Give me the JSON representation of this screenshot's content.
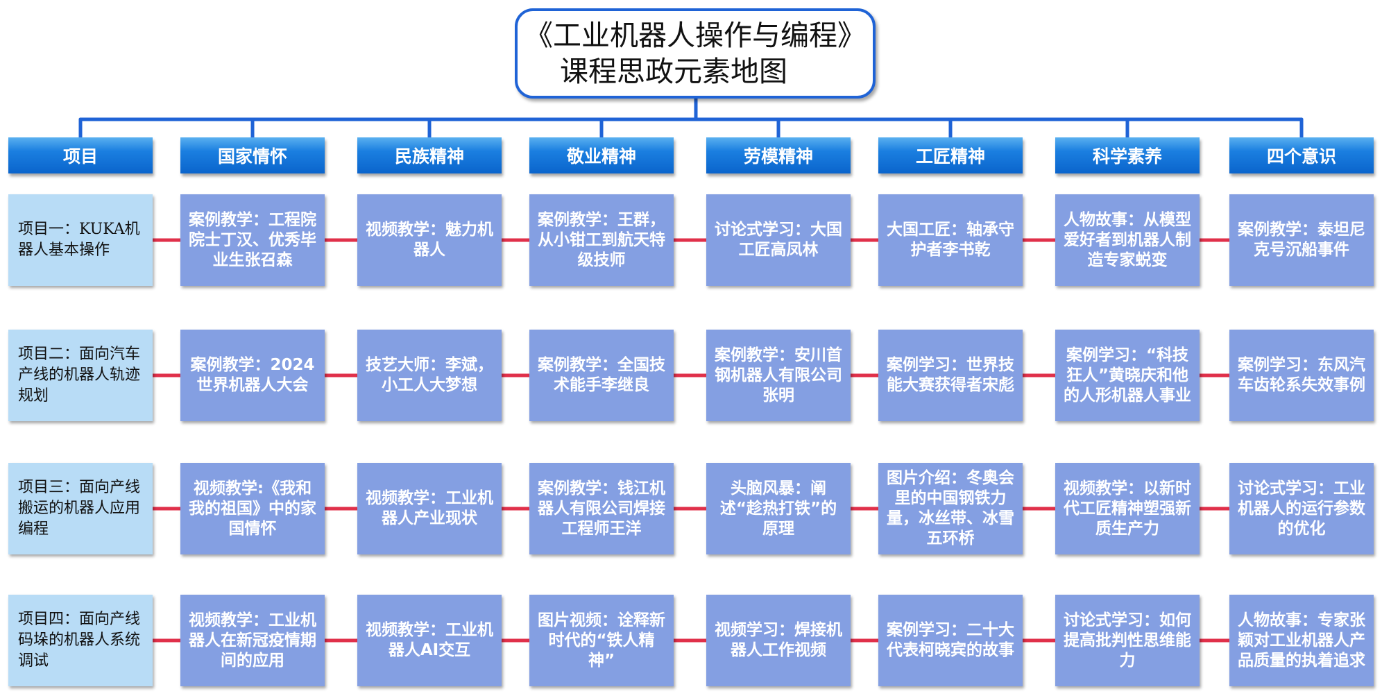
{
  "title": {
    "line1": "《工业机器人操作与编程》",
    "line2": "课程思政元素地图"
  },
  "colors": {
    "tree_line": "#1f63d6",
    "row_connector": "#e0304a",
    "header_fill": "#1b7fe0",
    "project_fill": "#b8dcf6",
    "content_fill": "#849fe2"
  },
  "headers": [
    "项目",
    "国家情怀",
    "民族精神",
    "敬业精神",
    "劳模精神",
    "工匠精神",
    "科学素养",
    "四个意识"
  ],
  "rows": [
    {
      "project": "项目一：KUKA机器人基本操作",
      "cells": [
        "案例教学：工程院院士丁汉、优秀毕业生张召森",
        "视频教学：魅力机器人",
        "案例教学：王群，从小钳工到航天特级技师",
        "讨论式学习：大国工匠高凤林",
        "大国工匠：轴承守护者李书乾",
        "人物故事：从模型爱好者到机器人制造专家蜕变",
        "案例教学：泰坦尼克号沉船事件"
      ]
    },
    {
      "project": "项目二：面向汽车产线的机器人轨迹规划",
      "cells": [
        "案例教学：2024世界机器人大会",
        "技艺大师：李斌，小工人大梦想",
        "案例教学：全国技术能手李继良",
        "案例教学：安川首钢机器人有限公司张明",
        "案例学习：世界技能大赛获得者宋彪",
        "案例学习：“科技狂人”黄晓庆和他的人形机器人事业",
        "案例学习：东风汽车齿轮系失效事例"
      ]
    },
    {
      "project": "项目三：面向产线搬运的机器人应用编程",
      "cells": [
        "视频教学:《我和我的祖国》中的家国情怀",
        "视频教学：工业机器人产业现状",
        "案例教学：钱江机器人有限公司焊接工程师王洋",
        "头脑风暴：阐述“趁热打铁”的原理",
        "图片介绍：冬奥会里的中国钢铁力量，冰丝带、冰雪五环桥",
        "视频教学：以新时代工匠精神塑强新质生产力",
        "讨论式学习：工业机器人的运行参数的优化"
      ]
    },
    {
      "project": "项目四：面向产线码垛的机器人系统调试",
      "cells": [
        "视频教学：工业机器人在新冠疫情期间的应用",
        "视频教学：工业机器人AI交互",
        "图片视频：诠释新时代的“铁人精神”",
        "视频学习：焊接机器人工作视频",
        "案例学习：二十大代表柯晓宾的故事",
        "讨论式学习：如何提高批判性思维能力",
        "人物故事：专家张颖对工业机器人产品质量的执着追求"
      ]
    }
  ]
}
